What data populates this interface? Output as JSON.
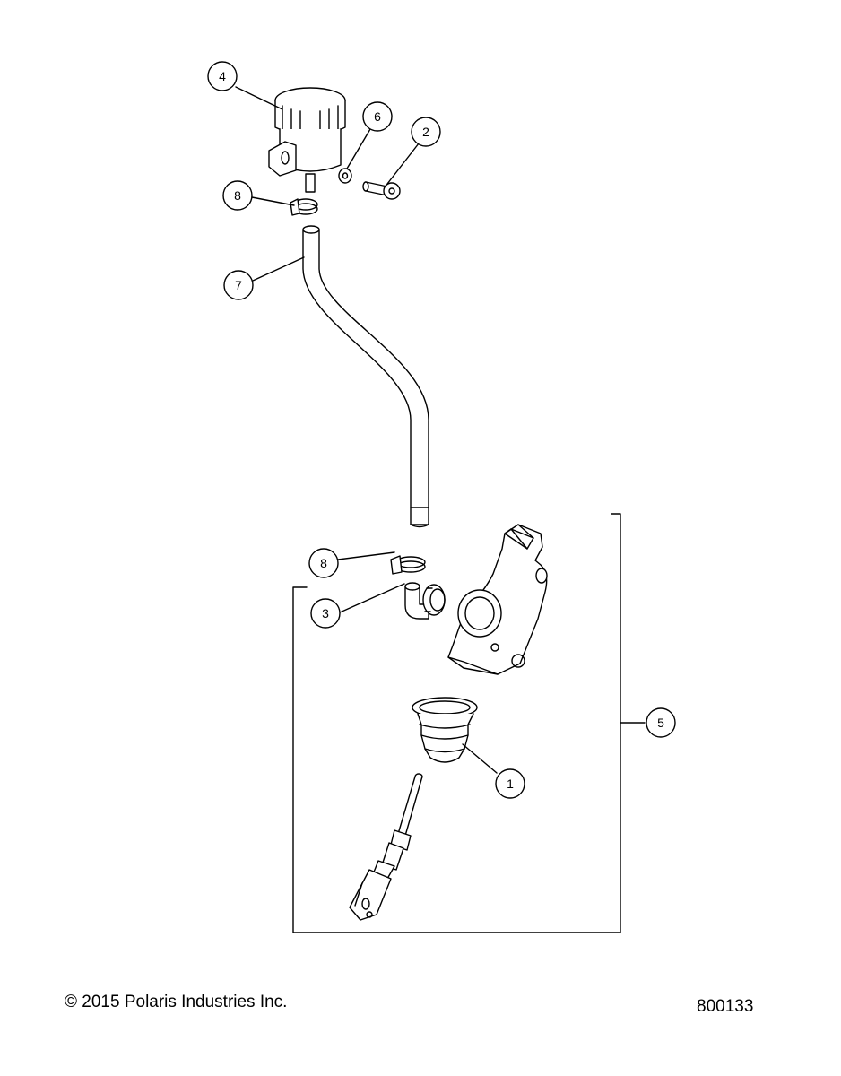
{
  "callouts": {
    "c1": "1",
    "c2": "2",
    "c3": "3",
    "c4": "4",
    "c5": "5",
    "c6": "6",
    "c7": "7",
    "c8a": "8",
    "c8b": "8"
  },
  "footer": {
    "copyright": "© 2015 Polaris Industries Inc.",
    "drawing_number": "800133"
  }
}
